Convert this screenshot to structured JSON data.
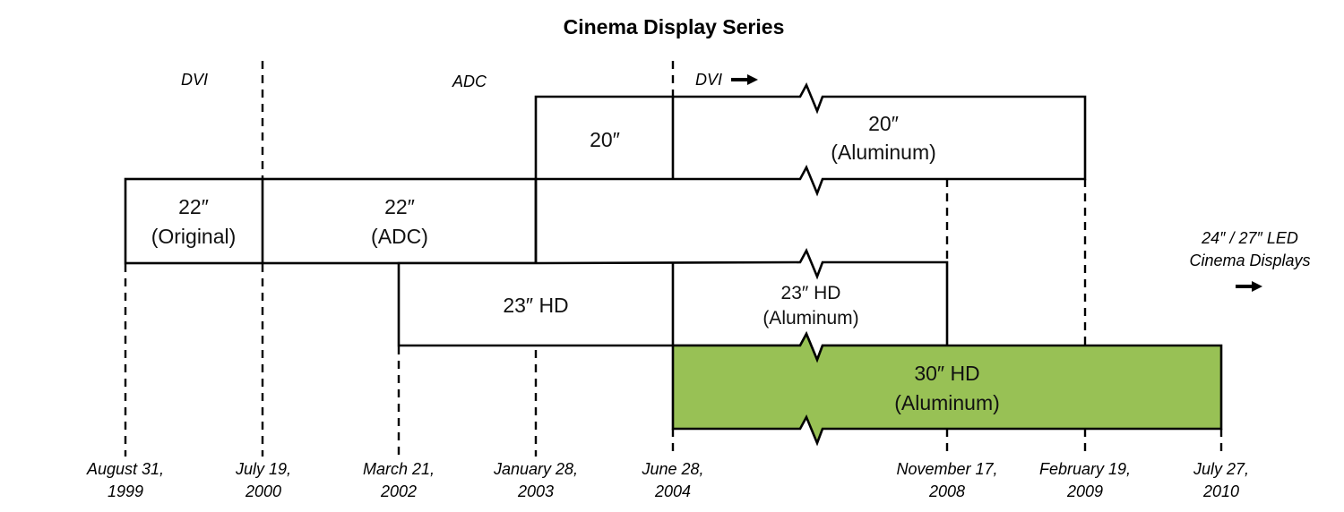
{
  "title": "Cinema Display Series",
  "colors": {
    "highlight": "#98c155",
    "line": "#000000",
    "background": "#ffffff"
  },
  "connectors": {
    "dvi_1": "DVI",
    "adc": "ADC",
    "dvi_2": "DVI"
  },
  "displays": {
    "d22_original": {
      "line1": "22″",
      "line2": "(Original)"
    },
    "d22_adc": {
      "line1": "22″",
      "line2": "(ADC)"
    },
    "d20": {
      "line1": "20″"
    },
    "d20_aluminum": {
      "line1": "20″",
      "line2": "(Aluminum)"
    },
    "d23_hd": {
      "line1": "23″ HD"
    },
    "d23_hd_aluminum": {
      "line1": "23″ HD",
      "line2": "(Aluminum)"
    },
    "d30_hd_aluminum": {
      "line1": "30″ HD",
      "line2": "(Aluminum)"
    }
  },
  "successor": {
    "line1": "24″ / 27″ LED",
    "line2": "Cinema Displays"
  },
  "dates": [
    {
      "line1": "August 31,",
      "line2": "1999"
    },
    {
      "line1": "July 19,",
      "line2": "2000"
    },
    {
      "line1": "March 21,",
      "line2": "2002"
    },
    {
      "line1": "January 28,",
      "line2": "2003"
    },
    {
      "line1": "June 28,",
      "line2": "2004"
    },
    {
      "line1": "November 17,",
      "line2": "2008"
    },
    {
      "line1": "February 19,",
      "line2": "2009"
    },
    {
      "line1": "July 27,",
      "line2": "2010"
    }
  ]
}
